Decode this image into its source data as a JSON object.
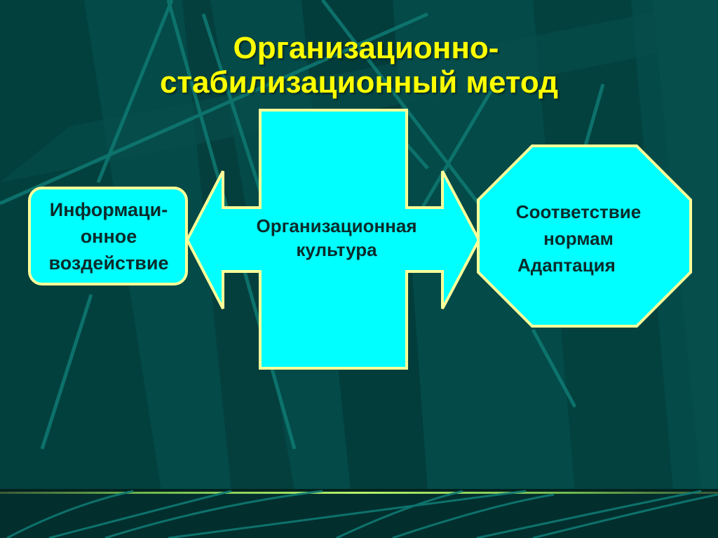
{
  "title": {
    "line1": "Организационно-",
    "line2": "стабилизационный метод"
  },
  "diagram": {
    "left_box": {
      "lines": [
        "Информаци-",
        "онное",
        "воздействие"
      ]
    },
    "center_shape": {
      "lines": [
        "Организационная",
        "культура"
      ]
    },
    "right_octagon": {
      "lines": [
        "Соответствие",
        "нормам",
        "Адаптация"
      ]
    }
  },
  "colors": {
    "background": "#034a48",
    "title": "#ffff00",
    "shape_fill": "#00ffff",
    "shape_border": "#ffff99",
    "text": "#0b2b2b",
    "footer_line": "#9be85a"
  }
}
